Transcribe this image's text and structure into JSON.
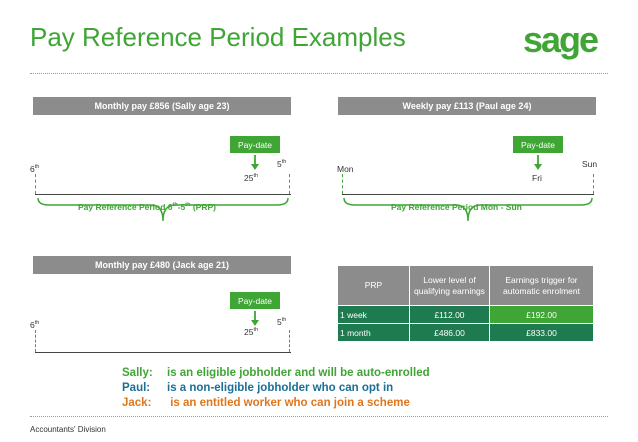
{
  "title": "Pay Reference Period Examples",
  "logo_text": "sage",
  "colors": {
    "brand_green": "#3fa535",
    "dark_green": "#1e7a4f",
    "bar_grey": "#8c8c8c",
    "paul_blue": "#1a6e97",
    "jack_orange": "#e0761c"
  },
  "panels": {
    "sally": {
      "heading": "Monthly pay £856 (Sally age 23)",
      "pay_date": "Pay-date",
      "start_label": "6",
      "start_sup": "th",
      "mid_label": "25",
      "mid_sup": "th",
      "end_label": "5",
      "end_sup": "th",
      "period_prefix": "Pay Reference Period 6",
      "period_sup1": "th",
      "period_mid": "-5",
      "period_sup2": "th",
      "period_suffix": "  (PRP)"
    },
    "paul": {
      "heading": "Weekly pay £113 (Paul age 24)",
      "pay_date": "Pay-date",
      "start_label": "Mon",
      "mid_label": "Fri",
      "end_label": "Sun",
      "period": "Pay Reference Period Mon - Sun"
    },
    "jack": {
      "heading": "Monthly pay  £480 (Jack age 21)",
      "pay_date": "Pay-date",
      "start_label": "6",
      "start_sup": "th",
      "mid_label": "25",
      "mid_sup": "th",
      "end_label": "5",
      "end_sup": "th"
    }
  },
  "table": {
    "headers": [
      "PRP",
      "Lower level of qualifying earnings",
      "Earnings trigger for automatic enrolment"
    ],
    "rows": [
      [
        "1 week",
        "£112.00",
        "£192.00"
      ],
      [
        "1 month",
        "£486.00",
        "£833.00"
      ]
    ]
  },
  "statements": [
    {
      "who": "Sally:",
      "text": "is an eligible jobholder and will be auto-enrolled"
    },
    {
      "who": "Paul:",
      "text": "is a non-eligible jobholder who can opt in"
    },
    {
      "who": "Jack:",
      "text": " is an entitled worker who can join a scheme"
    }
  ],
  "footer": "Accountants' Division"
}
